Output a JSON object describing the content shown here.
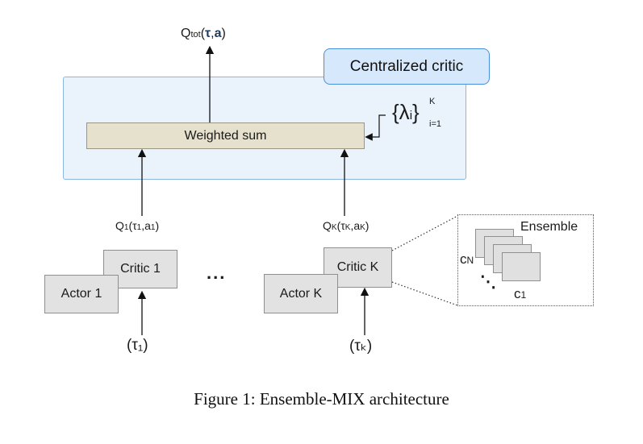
{
  "diagram": {
    "output_label": "Q",
    "output_sub": "tot",
    "output_args_open": "(",
    "output_tau": "τ",
    "output_comma": ",",
    "output_a": "a",
    "output_args_close": ")",
    "centralized_critic": "Centralized critic",
    "weighted_sum": "Weighted sum",
    "lambda_open": "{λ",
    "lambda_sub_i": "i",
    "lambda_close": "}",
    "lambda_sup": "K",
    "lambda_sub_range": "i=1",
    "q1_Q": "Q",
    "q1_sub": "1",
    "q1_open": "(τ",
    "q1_tsub": "1",
    "q1_mid": ",a",
    "q1_asub": "1",
    "q1_close": ")",
    "qk_Q": "Q",
    "qk_sub": "K",
    "qk_open": "(τ",
    "qk_tsub": "K",
    "qk_mid": ",a",
    "qk_asub": "K",
    "qk_close": ")",
    "critic1": "Critic 1",
    "actor1": "Actor 1",
    "criticK": "Critic K",
    "actorK": "Actor K",
    "ellipsis": "...",
    "tau1": "(τ₁)",
    "tauK": "(τₖ)",
    "ensemble": "Ensemble",
    "cN": "c",
    "cN_sub": "N",
    "c1": "c",
    "c1_sub": "1",
    "dots": "⋱"
  },
  "caption": "Figure 1: Ensemble-MIX architecture",
  "colors": {
    "panel_bg": "#eaf3fc",
    "panel_border": "#8cb6e2",
    "badge_bg": "#d6e8fb",
    "badge_border": "#4a8fdb",
    "weighted_sum_bg": "#e6e1cd",
    "box_bg": "#e2e2e2"
  }
}
